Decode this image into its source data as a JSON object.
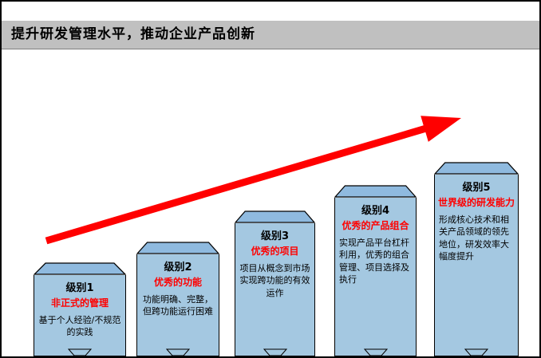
{
  "slide_title": "提升研发管理水平，推动企业产品创新",
  "levels": [
    {
      "label": "级别1",
      "subtitle": "非正式的管理",
      "description": "基于个人经验/不规范的实践"
    },
    {
      "label": "级别2",
      "subtitle": "优秀的功能",
      "description": "功能明确、完整，但跨功能运行困难"
    },
    {
      "label": "级别3",
      "subtitle": "优秀的项目",
      "description": "项目从概念到市场实现跨功能的有效运作"
    },
    {
      "label": "级别4",
      "subtitle": "优秀的产品组合",
      "description": "实现产品平台杠杆利用，优秀的组合管理、项目选择及执行"
    },
    {
      "label": "级别5",
      "subtitle": "世界级的研发能力",
      "description": "形成核心技术和相关产品领域的领先地位，研发效率大幅度提升"
    }
  ],
  "colors": {
    "accent_arrow": "#FF0000",
    "subtitle_red": "#FF0000",
    "pillar_fill": "#A4C8E1",
    "pillar_top_fill": "#8FBADF",
    "header_bg": "#C0C0C0"
  }
}
